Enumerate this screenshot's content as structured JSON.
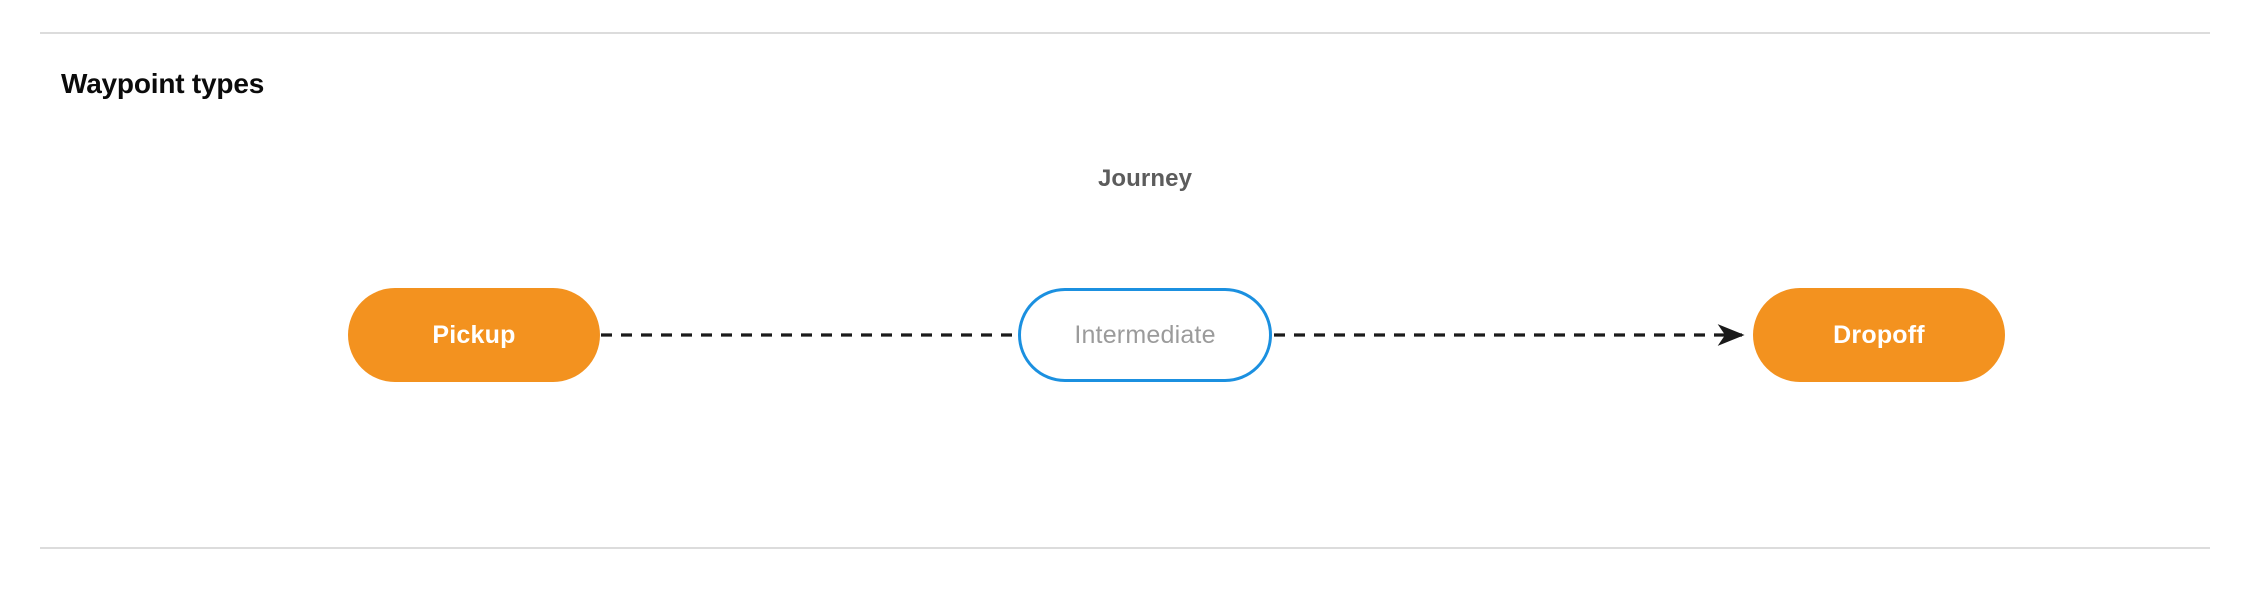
{
  "section": {
    "title": "Waypoint types"
  },
  "diagram": {
    "group_label": "Journey",
    "nodes": [
      {
        "id": "pickup",
        "label": "Pickup",
        "style": "filled",
        "fill": "#f3921f",
        "text_color": "#ffffff"
      },
      {
        "id": "intermediate",
        "label": "Intermediate",
        "style": "outline",
        "fill": "#ffffff",
        "border_color": "#1b90e0",
        "text_color": "#9b9b9b"
      },
      {
        "id": "dropoff",
        "label": "Dropoff",
        "style": "filled",
        "fill": "#f3921f",
        "text_color": "#ffffff"
      }
    ],
    "edges": [
      {
        "id": "pickup-to-intermediate",
        "from": "pickup",
        "to": "intermediate",
        "line_style": "dashed",
        "arrowhead": false,
        "color": "#1a1a1a"
      },
      {
        "id": "intermediate-to-dropoff",
        "from": "intermediate",
        "to": "dropoff",
        "line_style": "dashed",
        "arrowhead": true,
        "color": "#1a1a1a"
      }
    ]
  },
  "colors": {
    "accent_orange": "#f3921f",
    "accent_blue": "#1b90e0",
    "divider": "#dcdcdc",
    "heading": "#0b0b0b",
    "muted_text": "#5c5c5c"
  }
}
